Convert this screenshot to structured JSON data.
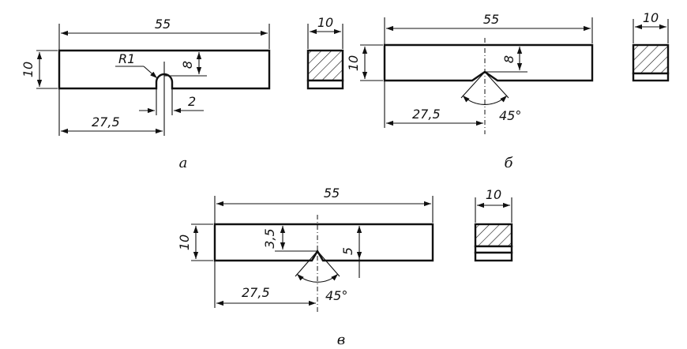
{
  "figure_a": {
    "length": "55",
    "height": "10",
    "notch_depth": "8",
    "radius": "R1",
    "notch_width": "2",
    "half_length": "27,5",
    "section_width": "10",
    "caption": "а"
  },
  "figure_b": {
    "length": "55",
    "height": "10",
    "notch_depth": "8",
    "half_length": "27,5",
    "angle": "45°",
    "section_width": "10",
    "caption": "б"
  },
  "figure_c": {
    "length": "55",
    "height": "10",
    "depth_left": "3,5",
    "depth_right": "5",
    "half_length": "27,5",
    "angle": "45°",
    "section_width": "10",
    "caption": "в"
  }
}
